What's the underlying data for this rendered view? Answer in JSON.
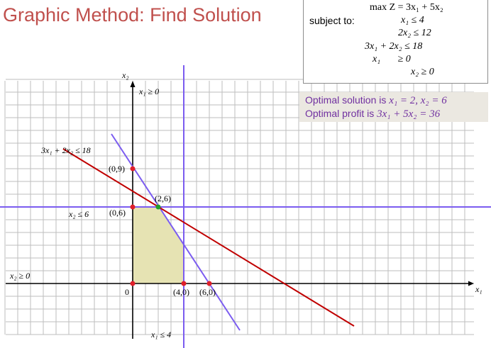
{
  "title": "Graphic Method: Find Solution",
  "model": {
    "objective": "max Z = 3x₁ + 5x₂",
    "subject_to": "subject to:",
    "constraints": [
      "x₁ ≤ 4",
      "2x₂ ≤ 12",
      "3x₁ + 2x₂ ≤ 18",
      "x₁       ≥ 0",
      "x₂ ≥ 0"
    ]
  },
  "result": {
    "solution_prefix": "Optimal solution is ",
    "solution_math": "x₁ = 2, x₂ = 6",
    "profit_prefix": "Optimal profit is ",
    "profit_math": "3x₁ + 5x₂ = 36"
  },
  "axes": {
    "x_label": "x₁",
    "y_label": "x₂"
  },
  "constraint_labels": {
    "x1_nonneg": "x₁ ≥ 0",
    "x2_nonneg": "x₂ ≥ 0",
    "x2_le_6": "x₂ ≤ 6",
    "x1_le_4": "x₁ ≤ 4",
    "three_x1_2x2": "3x₁ + 2x₂ ≤ 18"
  },
  "points": {
    "origin": "0",
    "p09": "(0,9)",
    "p06": "(0,6)",
    "p26": "(2,6)",
    "p40": "(4,0)",
    "p60": "(6,0)"
  },
  "colors": {
    "title": "#c0504d",
    "purple_line": "#7b5cf0",
    "red_line": "#c00000",
    "feasible_region": "#e6e3b3",
    "point_marker": "#e0202a",
    "optimal_marker": "#22a02a",
    "result_text": "#7030a0",
    "result_bg": "#ebe8e1"
  }
}
